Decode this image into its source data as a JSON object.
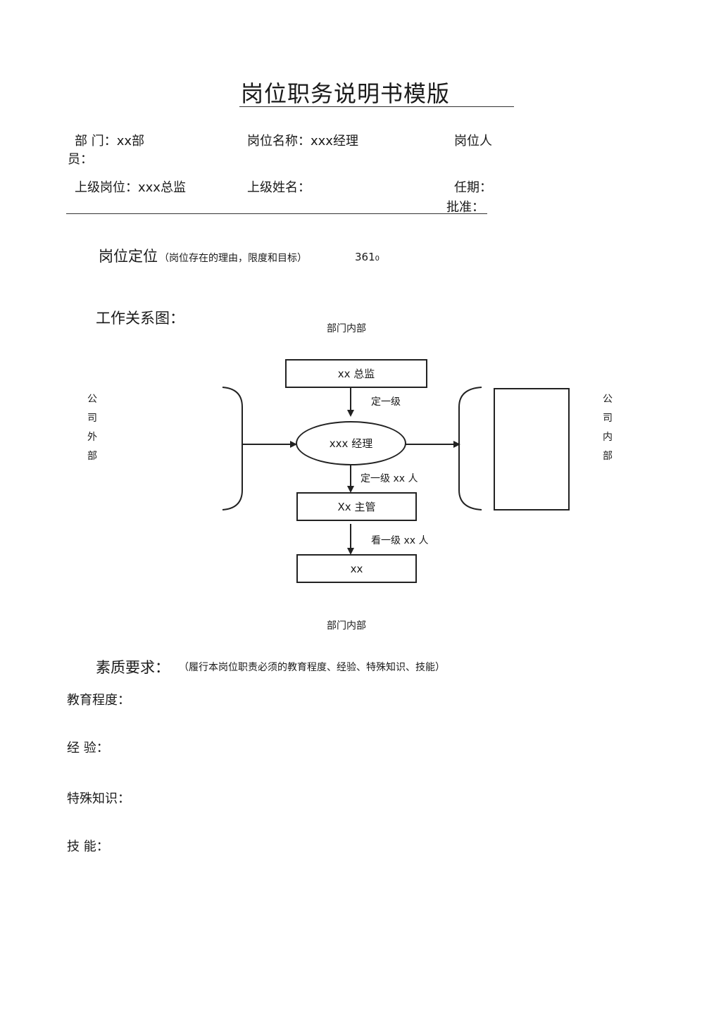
{
  "title": "岗位职务说明书模版",
  "header": {
    "department": "部 门：xx部",
    "position_name": "岗位名称：xxx经理",
    "position_staff_1": "岗位人",
    "position_staff_2": "员：",
    "superior_position": "上级岗位：xxx总监",
    "superior_name": "上级姓名：",
    "term": "任期：",
    "approval": "批准："
  },
  "positioning": {
    "label": "岗位定位",
    "note": "（岗位存在的理由，限度和目标）",
    "value": "361",
    "suffix": "0"
  },
  "diagram": {
    "heading": "工作关系图：",
    "top_label": "部门内部",
    "bottom_label": "部门内部",
    "left_side": [
      "公",
      "司",
      "外",
      "部"
    ],
    "right_side": [
      "公",
      "司",
      "内",
      "部"
    ],
    "box_director": "xx 总监",
    "oval_manager": "xxx 经理",
    "box_supervisor": "Xx 主管",
    "box_staff": "xx",
    "arrow1": "定一级",
    "arrow2": "定一级 xx 人",
    "arrow3": "看一级 xx 人"
  },
  "quality": {
    "label": "素质要求：",
    "note": "（履行本岗位职责必须的教育程度、经验、特殊知识、技能）",
    "education": "教育程度：",
    "experience": "经 验：",
    "knowledge": "特殊知识：",
    "skills": "技 能："
  }
}
